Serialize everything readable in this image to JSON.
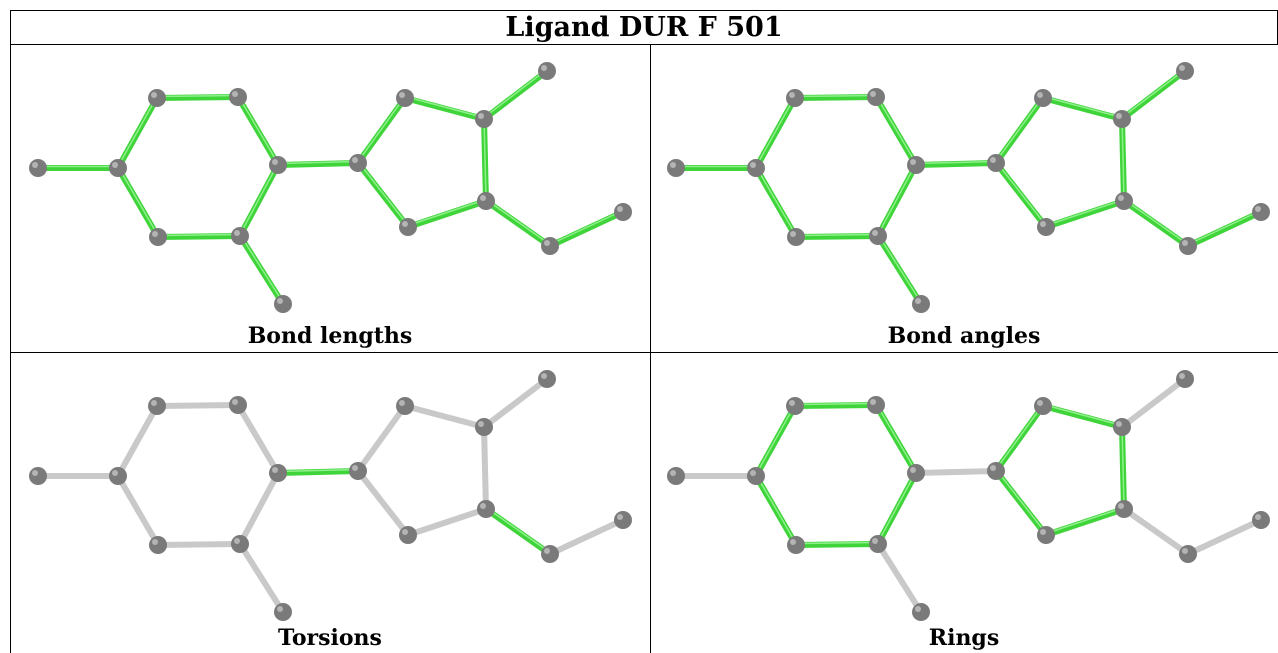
{
  "title": "Ligand DUR F 501",
  "colors": {
    "highlight_bond": "#3fd43a",
    "plain_bond": "#c9c9c9",
    "atom": "#7a7a7a",
    "border": "#000000"
  },
  "panels": [
    {
      "caption": "Bond lengths",
      "highlight": "all"
    },
    {
      "caption": "Bond angles",
      "highlight": "all"
    },
    {
      "caption": "Torsions",
      "highlight": "torsion"
    },
    {
      "caption": "Rings",
      "highlight": "rings"
    }
  ]
}
